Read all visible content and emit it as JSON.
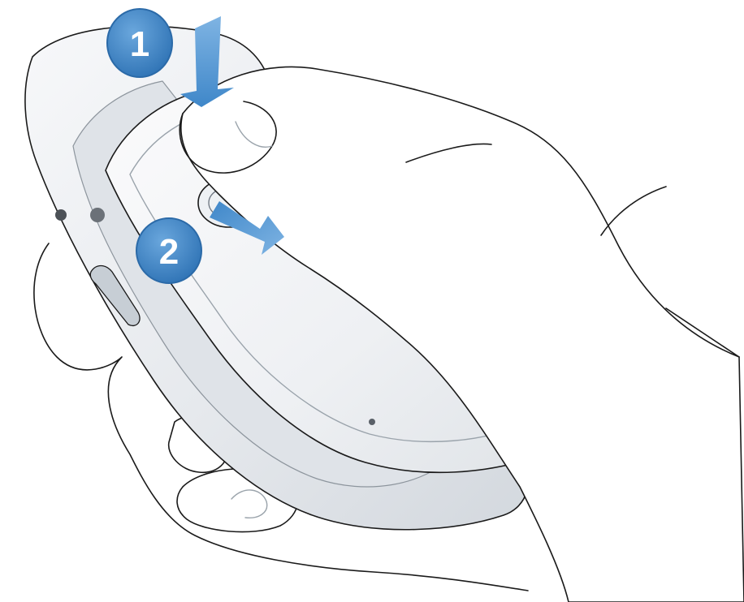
{
  "diagram": {
    "steps": [
      {
        "number": "1",
        "action": "press-down"
      },
      {
        "number": "2",
        "action": "slide-out"
      }
    ],
    "colors": {
      "step_badge": "#3d86c6",
      "arrow": "#4a90cf",
      "device_body": "#eceff2",
      "device_shadow": "#c9cfd5",
      "skin": "#ffffff",
      "outline": "#1a1a1a"
    },
    "icons": [
      "hand-icon",
      "phone-icon",
      "down-arrow-icon",
      "slide-arrow-icon"
    ]
  }
}
